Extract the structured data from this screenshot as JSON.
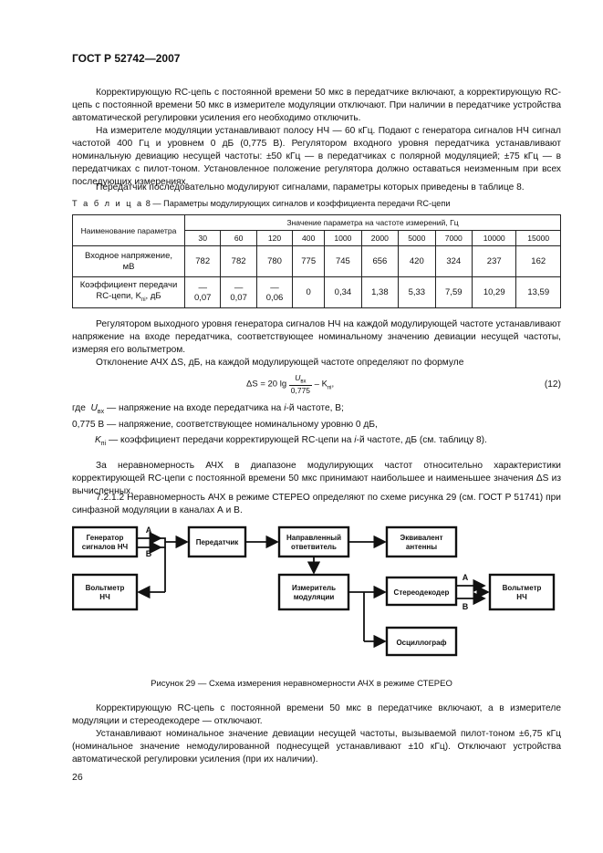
{
  "header": {
    "doc_id": "ГОСТ Р 52742—2007"
  },
  "paragraphs": {
    "p1": "Корректирующую RC-цепь с постоянной времени 50 мкс в передатчике включают, а корректирующую RC-цепь с постоянной времени 50 мкс в измерителе модуляции отключают. При наличии в передатчике устройства автоматической регулировки усиления его необходимо отключить.",
    "p2": "На измерителе модуляции устанавливают полосу НЧ — 60 кГц. Подают с генератора сигналов НЧ сигнал частотой 400 Гц и уровнем 0 дБ (0,775 В). Регулятором входного уровня передатчика устанавливают номинальную девиацию несущей частоты: ±50 кГц — в передатчиках с полярной модуляцией; ±75 кГц — в передатчиках с пилот-тоном. Установленное положение регулятора должно оставаться неизменным при всех последующих измерениях.",
    "p3": "Передатчик последовательно модулируют сигналами, параметры которых приведены в таблице 8.",
    "p4": "Регулятором выходного уровня генератора сигналов НЧ на каждой модулирующей частоте устанавливают напряжение на входе передатчика, соответствующее номинальному значению девиации несущей частоты, измеряя его вольтметром.",
    "p5": "Отклонение АЧХ ΔS, дБ, на каждой модулирующей частоте определяют по формуле",
    "p6": "За неравномерность АЧХ в диапазоне модулирующих частот относительно характеристики корректирующей RC-цепи с постоянной времени 50 мкс принимают наибольшее и наименьшее значения ΔS из вычисленных.",
    "p7": "7.2.1.2 Неравномерность АЧХ в режиме СТЕРЕО определяют по схеме рисунка 29 (см. ГОСТ Р 51741) при синфазной модуляции в каналах А и В.",
    "p8": "Корректирующую RC-цепь с постоянной времени 50 мкс в передатчике включают, а в измерителе модуляции и стереодекодере — отключают.",
    "p9": "Устанавливают номинальное значение девиации несущей частоты, вызываемой пилот-тоном ±6,75 кГц (номинальное значение немодулированной поднесущей устанавливают ±10 кГц). Отключают устройства автоматической регулировки усиления (при их наличии)."
  },
  "table8": {
    "caption_prefix": "Т а б л и ц а",
    "caption_rest": " 8 — Параметры модулирующих сигналов и коэффициента передачи RC-цепи",
    "param_header": "Наименование параметра",
    "value_header": "Значение параметра на частоте измерений, Гц",
    "frequencies": [
      "30",
      "60",
      "120",
      "400",
      "1000",
      "2000",
      "5000",
      "7000",
      "10000",
      "15000"
    ],
    "row1_label_1": "Входное напряжение,",
    "row1_label_2": "мВ",
    "row1": [
      "782",
      "782",
      "780",
      "775",
      "745",
      "656",
      "420",
      "324",
      "237",
      "162"
    ],
    "row2_label_1": "Коэффициент передачи",
    "row2_label_2": "RC-цепи, K",
    "row2_label_sub": "пi",
    "row2_label_3": ", дБ",
    "row2": [
      "—\n0,07",
      "—\n0,07",
      "—\n0,06",
      "0",
      "0,34",
      "1,38",
      "5,33",
      "7,59",
      "10,29",
      "13,59"
    ]
  },
  "formula": {
    "lhs": "ΔS = 20 lg",
    "num": "U",
    "num_sub": "вх",
    "den": "0,775",
    "rhs": " – K",
    "rhs_sub": "пi",
    "tail": ",",
    "number": "(12)"
  },
  "where": {
    "w1_prefix": "где",
    "w1_sym": "U",
    "w1_sub": "вх",
    "w1_text": " — напряжение на входе передатчика на ",
    "w1_i": "i",
    "w1_text2": "-й частоте, В;",
    "w2": "0,775 В — напряжение, соответствующее номинальному уровню 0 дБ,",
    "w3_sym": "K",
    "w3_sub": "пi",
    "w3_text": " — коэффициент передачи корректирующей RC-цепи на ",
    "w3_i": "i",
    "w3_text2": "-й частоте, дБ (см. таблицу 8)."
  },
  "diagram": {
    "gen_1": "Генератор",
    "gen_2": "сигналов НЧ",
    "transmitter": "Передатчик",
    "coupler_1": "Направленный",
    "coupler_2": "ответвитель",
    "antenna_1": "Эквивалент",
    "antenna_2": "антенны",
    "voltmeter_left_1": "Вольтметр",
    "voltmeter_left_2": "НЧ",
    "modmeter_1": "Измеритель",
    "modmeter_2": "модуляции",
    "stereodecoder": "Стереодекодер",
    "voltmeter_right_1": "Вольтметр",
    "voltmeter_right_2": "НЧ",
    "oscillograph": "Осциллограф",
    "label_a": "A",
    "label_b": "B"
  },
  "figure_caption": "Рисунок 29 — Схема измерения неравномерности АЧХ в режиме СТЕРЕО",
  "page_number": "26"
}
